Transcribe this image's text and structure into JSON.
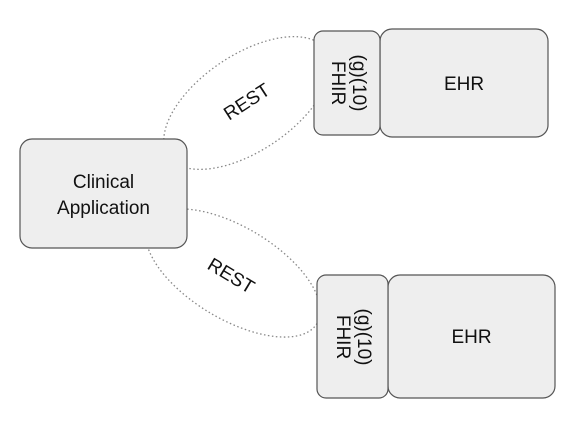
{
  "clinical_application": {
    "line1": "Clinical",
    "line2": "Application"
  },
  "top_link": {
    "protocol": "REST",
    "fhir_line1": "(g)(10)",
    "fhir_line2": "FHIR",
    "ehr": "EHR"
  },
  "bottom_link": {
    "protocol": "REST",
    "fhir_line1": "(g)(10)",
    "fhir_line2": "FHIR",
    "ehr": "EHR"
  },
  "colors": {
    "box_fill": "#eeeeee",
    "box_stroke": "#555555",
    "ellipse_stroke": "#888888"
  }
}
